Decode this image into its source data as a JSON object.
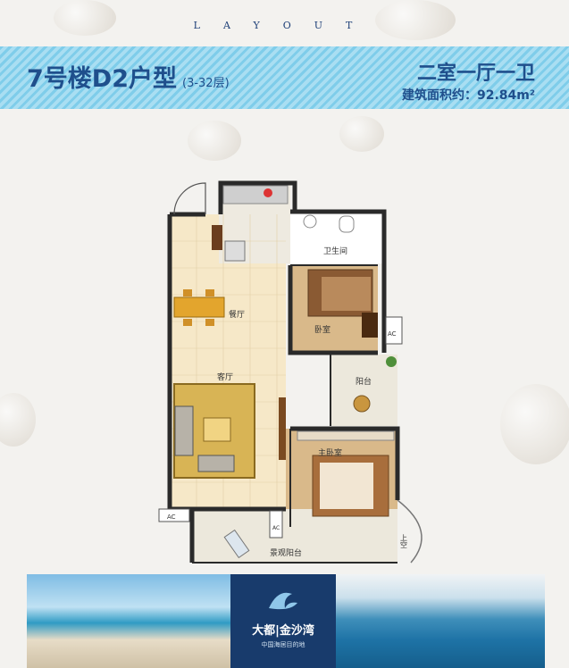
{
  "header": {
    "layout_word": "LAYOUT"
  },
  "banner": {
    "building_type": "7号楼D2户型",
    "floor_range": "(3-32层)",
    "room_config": "二室一厅一卫",
    "area_text": "建筑面积约：92.84m²"
  },
  "plan": {
    "rooms": {
      "dining": "餐厅",
      "living": "客厅",
      "bathroom": "卫生间",
      "bedroom": "卧室",
      "master_bedroom": "主卧室",
      "balcony": "阳台",
      "view_balcony": "景观阳台",
      "void": "上空"
    },
    "ac_labels": [
      "AC",
      "AC",
      "AC"
    ]
  },
  "footer": {
    "brand": "大都|金沙湾",
    "slogan": "中国海居目的地"
  },
  "colors": {
    "banner": "#8fd3ee",
    "title": "#1f4f8c",
    "floor": "#f6e8c8",
    "wall": "#2a2a2a",
    "logo_bg": "#183b6c"
  }
}
